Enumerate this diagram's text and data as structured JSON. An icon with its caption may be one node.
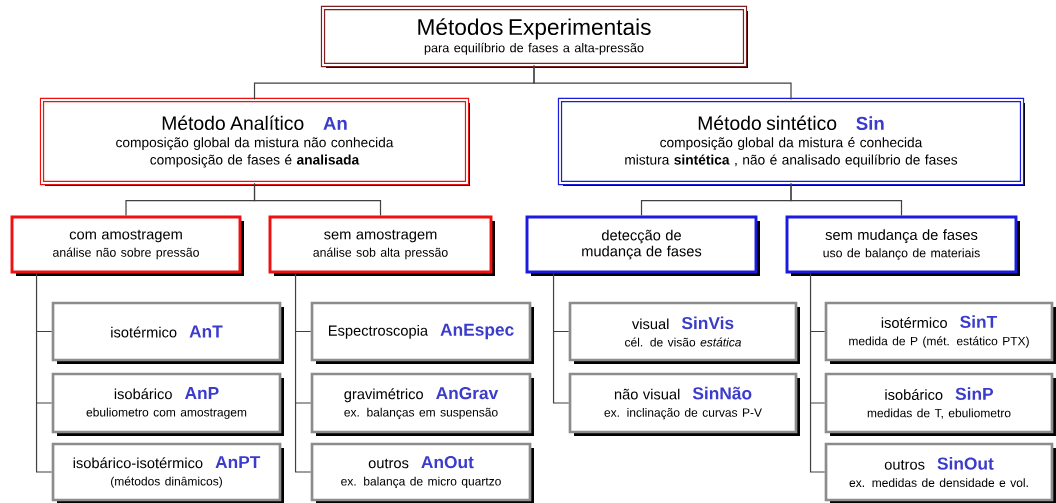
{
  "diagram": {
    "nodes": [
      {
        "text": [
          "Métodos Experimentais",
          "para equilíbrio de fases a alta-pressão"
        ]
      },
      {
        "text": [
          "Método Analítico",
          "An",
          "composição global da mistura não conhecida",
          "composição de fases é **analisada**"
        ]
      },
      {
        "text": [
          "Método sintético",
          "Sin",
          "composição global da mistura é conhecida",
          "mistura **sintética** , não é analisado equilíbrio de fases"
        ]
      },
      {
        "text": [
          "com amostragem",
          "análise não sobre pressão"
        ]
      },
      {
        "text": [
          "sem amostragem",
          "análise sob alta pressão"
        ]
      },
      {
        "text": [
          "detecção de mudança de fases"
        ]
      },
      {
        "text": [
          "sem mudança de fases",
          "uso de balanço de materiais"
        ]
      },
      {
        "text": [
          "isotérmico",
          "AnT"
        ]
      },
      {
        "text": [
          "isobárico",
          "AnP",
          "ebuliometro com amostragem"
        ]
      },
      {
        "text": [
          "isobárico-isotérmico",
          "AnPT",
          "(métodos dinâmicos)"
        ]
      },
      {
        "text": [
          "Espectroscopia",
          "AnEspec"
        ]
      },
      {
        "text": [
          "gravimétrico",
          "AnGrav",
          "ex. balanças em suspensão"
        ]
      },
      {
        "text": [
          "outros",
          "AnOut",
          "ex. balança de micro quartzo"
        ]
      },
      {
        "text": [
          "visual",
          "SinVis",
          "cél. de visão *estática*"
        ]
      },
      {
        "text": [
          "não visual",
          "SinNão",
          "ex. inclinação de curvas P-V"
        ]
      },
      {
        "text": [
          "isotérmico",
          "SinT",
          "medida de P (mét. estático PTX)"
        ]
      },
      {
        "text": [
          "isobárico",
          "SinP",
          "medidas de T, ebuliometro"
        ]
      },
      {
        "text": [
          "outros",
          "SinOut",
          "ex. medidas de densidade e vol."
        ]
      }
    ],
    "edges": [
      {
        "from": 0,
        "to": 1,
        "arrow": "none"
      },
      {
        "from": 0,
        "to": 2,
        "arrow": "none"
      },
      {
        "from": 1,
        "to": 3,
        "arrow": "none"
      },
      {
        "from": 1,
        "to": 4,
        "arrow": "none"
      },
      {
        "from": 2,
        "to": 5,
        "arrow": "none"
      },
      {
        "from": 2,
        "to": 6,
        "arrow": "none"
      },
      {
        "from": 3,
        "to": 7,
        "arrow": "none"
      },
      {
        "from": 3,
        "to": 8,
        "arrow": "none"
      },
      {
        "from": 3,
        "to": 9,
        "arrow": "none"
      },
      {
        "from": 4,
        "to": 10,
        "arrow": "none"
      },
      {
        "from": 4,
        "to": 11,
        "arrow": "none"
      },
      {
        "from": 4,
        "to": 12,
        "arrow": "none"
      },
      {
        "from": 5,
        "to": 13,
        "arrow": "none"
      },
      {
        "from": 5,
        "to": 14,
        "arrow": "none"
      },
      {
        "from": 6,
        "to": 15,
        "arrow": "none"
      },
      {
        "from": 6,
        "to": 16,
        "arrow": "none"
      },
      {
        "from": 6,
        "to": 17,
        "arrow": "none"
      }
    ]
  }
}
